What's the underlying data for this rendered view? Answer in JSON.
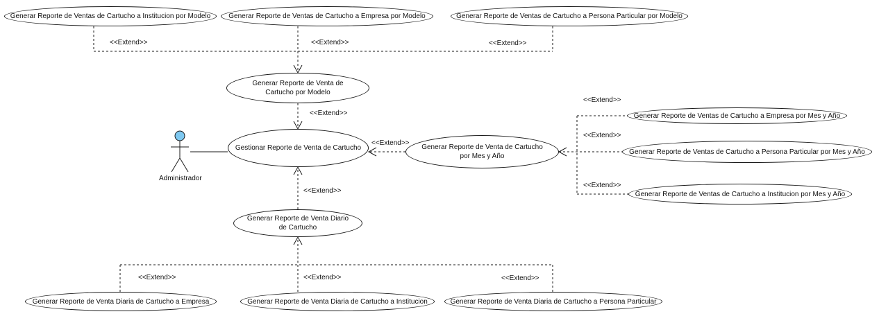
{
  "actor": {
    "name": "Administrador"
  },
  "use_cases": {
    "top_inst": "Generar Reporte de Ventas de Cartucho a Institucion por Modelo",
    "top_emp": "Generar Reporte de Ventas de Cartucho a Empresa  por Modelo",
    "top_per": "Generar Reporte de Ventas de Cartucho a Persona Particular por Modelo",
    "por_modelo": "Generar Reporte de Venta de Cartucho por Modelo",
    "gestionar": "Gestionar Reporte de Venta de Cartucho",
    "mes_anio": "Generar Reporte de Venta de Cartucho por Mes y Año",
    "mes_emp": "Generar Reporte de Ventas de Cartucho a Empresa por Mes y Año",
    "mes_per": "Generar Reporte de Ventas de Cartucho a Persona Particular por Mes y Año",
    "mes_inst": "Generar Reporte de Ventas de Cartucho a Institucion por Mes y Año",
    "diario": "Generar Reporte de Venta Diario de Cartucho",
    "dia_emp": "Generar Reporte de Venta Diaria de Cartucho a Empresa",
    "dia_inst": "Generar Reporte de Venta Diaria de Cartucho a Institucion",
    "dia_per": "Generar Reporte de Venta Diaria de Cartucho a Persona Particular"
  },
  "stereotype": "<<Extend>>",
  "colors": {
    "actor_head": "#7ec8f0",
    "line": "#1a1a1a"
  }
}
